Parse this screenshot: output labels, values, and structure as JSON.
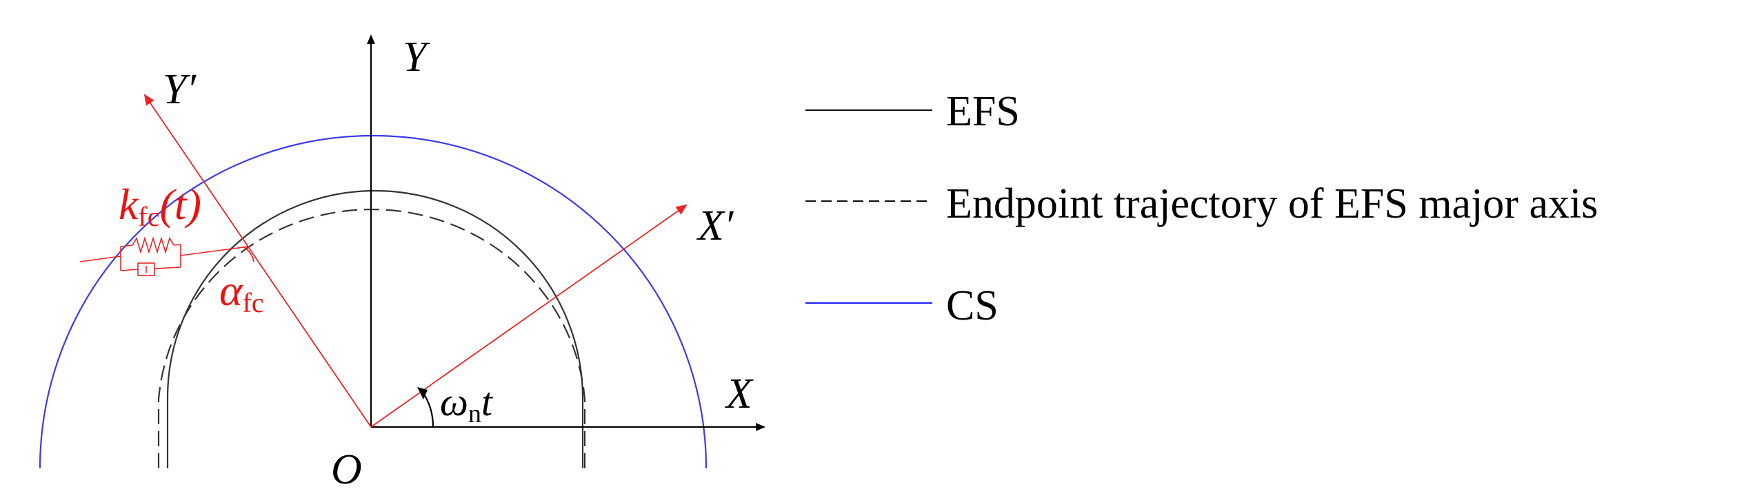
{
  "diagram": {
    "axes": {
      "x": "X",
      "y": "Y",
      "x_rot": "X′",
      "y_rot": "Y′",
      "origin": "O"
    },
    "angle": {
      "symbol": "ω",
      "subscript": "n",
      "suffix": "t"
    },
    "stiffness": {
      "symbol": "k",
      "subscript": "fc",
      "suffix": "(t)"
    },
    "contact_angle": {
      "symbol": "α",
      "subscript": "fc"
    }
  },
  "legend": [
    {
      "label": "EFS",
      "style": "solid",
      "color": "#000000"
    },
    {
      "label": "Endpoint trajectory of EFS major axis",
      "style": "dashed",
      "color": "#000000"
    },
    {
      "label": "CS",
      "style": "solid",
      "color": "#2222ee"
    }
  ],
  "colors": {
    "cs": "#3a3af0",
    "rotating_frame": "#ee2222",
    "efs": "#000000"
  }
}
